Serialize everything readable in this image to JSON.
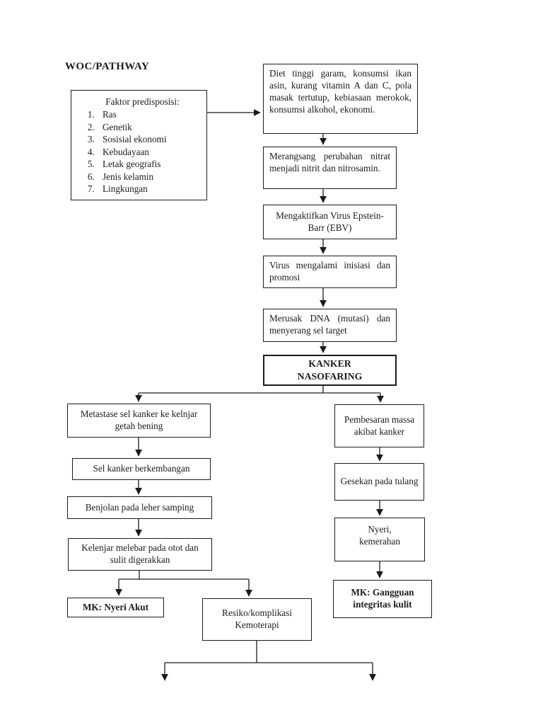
{
  "page": {
    "title": "WOC/PATHWAY"
  },
  "colors": {
    "ink": "#1b1b1b",
    "paper": "#ffffff"
  },
  "predisposition": {
    "heading": "Faktor predisposisi:",
    "items": [
      "Ras",
      "Genetik",
      "Sosisial ekonomi",
      "Kebudayaan",
      "Letak geografis",
      "Jenis kelamin",
      "Lingkungan"
    ]
  },
  "boxes": {
    "diet": "Diet tinggi garam, konsumsi ikan asin, kurang vitamin A dan C, pola masak tertutup, kebiasaan merokok, konsumsi alkohol, ekonomi.",
    "merangsang": "Merangsang perubahan nitrat menjadi nitrit dan nitrosamin.",
    "ebv": "Mengaktifkan Virus Epstein-Barr (EBV)",
    "virus": "Virus mengalami inisiasi dan promosi",
    "dna": "Merusak DNA (mutasi) dan menyerang sel target",
    "kanker": "KANKER NASOFARING",
    "metastase": "Metastase sel kanker ke kelnjar getah bening",
    "sel_kanker": "Sel kanker berkembangan",
    "benjolan": "Benjolan pada leher samping",
    "kelenjar": "Kelenjar melebar pada otot dan sulit digerakkan",
    "mk_nyeri": "MK: Nyeri Akut",
    "resiko": "Resiko/komplikasi Kemoterapi",
    "pembesaran": "Pembesaran massa akibat kanker",
    "gesekan": "Gesekan pada tulang",
    "nyeri": "Nyeri, kemerahan",
    "mk_gangguan": "MK: Gangguan integritas kulit"
  }
}
